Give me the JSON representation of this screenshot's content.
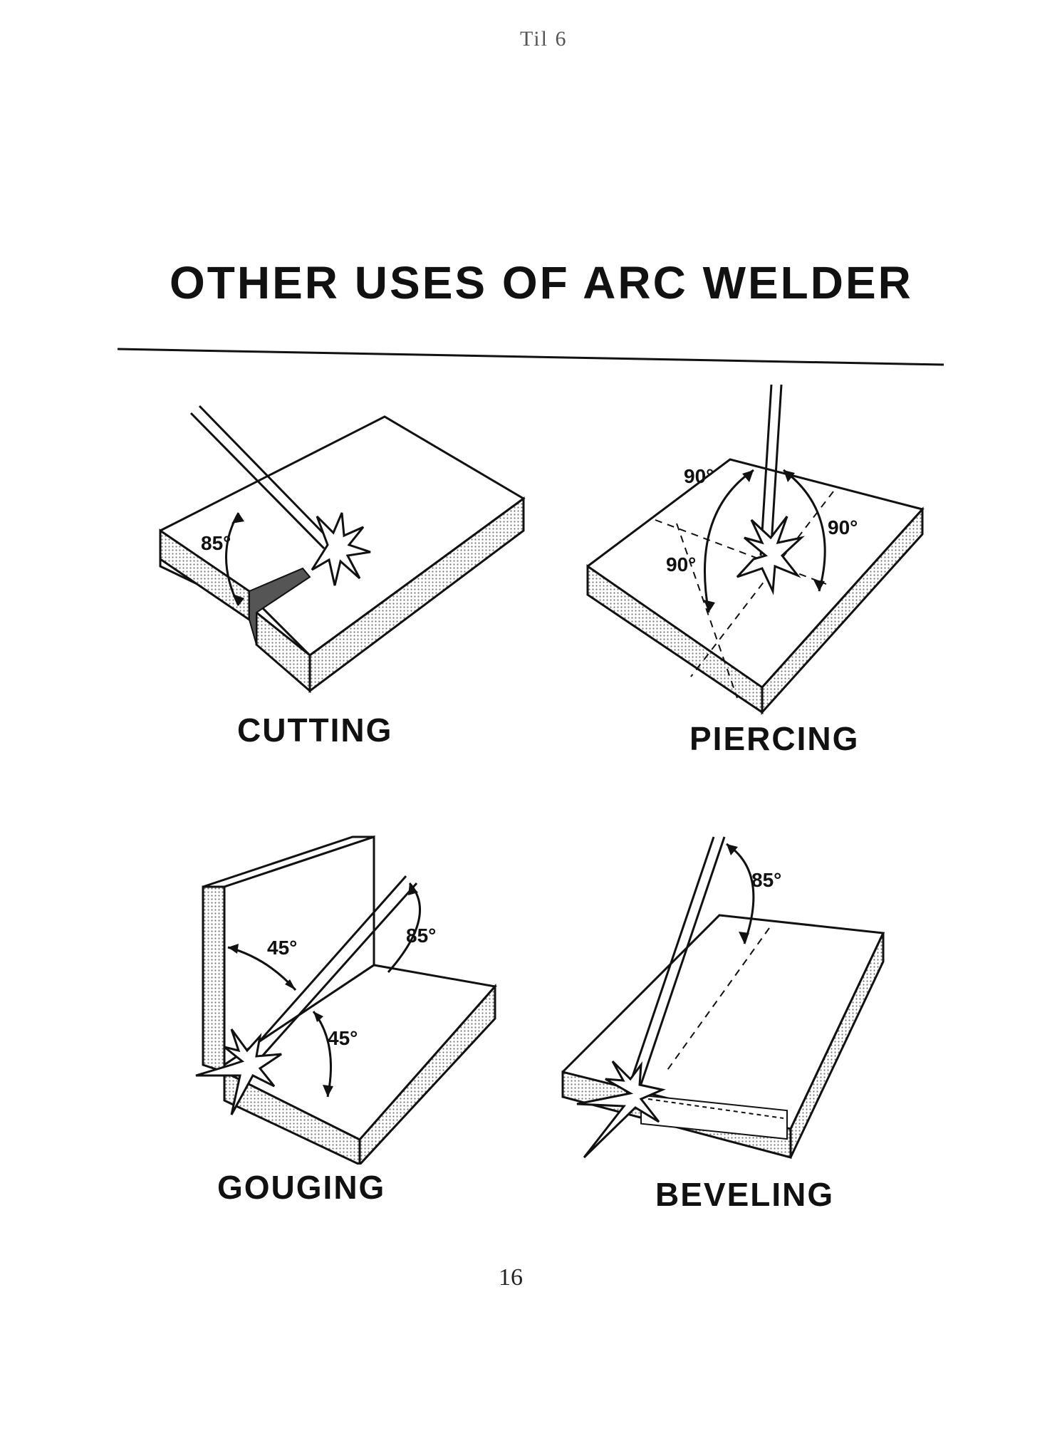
{
  "header": {
    "mark": "Til 6"
  },
  "title": "OTHER USES OF ARC WELDER",
  "panels": {
    "cutting": {
      "caption": "CUTTING",
      "angle": "85°"
    },
    "piercing": {
      "caption": "PIERCING",
      "angle_top": "90°",
      "angle_right": "90°",
      "angle_left": "90°"
    },
    "gouging": {
      "caption": "GOUGING",
      "angle_upper": "45°",
      "angle_lower": "45°",
      "angle_right": "85°"
    },
    "beveling": {
      "caption": "BEVELING",
      "angle": "85°"
    }
  },
  "footer": {
    "page_number": "16"
  }
}
